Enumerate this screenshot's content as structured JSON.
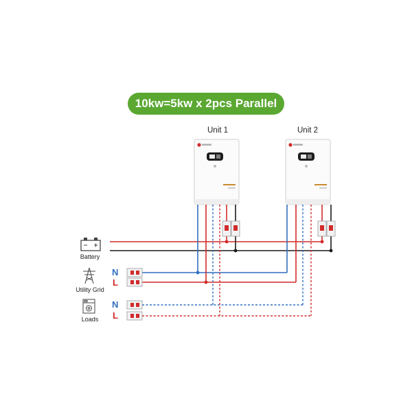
{
  "banner": {
    "title": "10kw=5kw x 2pcs Parallel"
  },
  "units": [
    {
      "label": "Unit 1"
    },
    {
      "label": "Unit 2"
    }
  ],
  "sources": {
    "battery": "Battery",
    "grid": "Utility Grid",
    "loads": "Loads"
  },
  "phase": {
    "n": "N",
    "l": "L"
  },
  "colors": {
    "banner": "#5aa832",
    "neutral": "#2f6fc0",
    "live": "#d12a2a",
    "battery_negative": "#1a1a1a",
    "battery_positive": "#d12a2a"
  }
}
